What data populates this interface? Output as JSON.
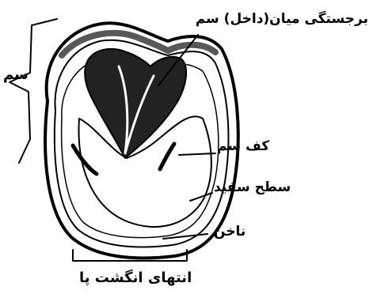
{
  "labels": {
    "frog": "برجستگی میان(داخل) سم",
    "hoof": "سم",
    "sole": "کف سم",
    "white_line": "سطح سفید",
    "wall": "ناخن",
    "toe": "انتهای انگشت پا"
  },
  "colors": {
    "ink": "#000000",
    "background": "#ffffff"
  }
}
